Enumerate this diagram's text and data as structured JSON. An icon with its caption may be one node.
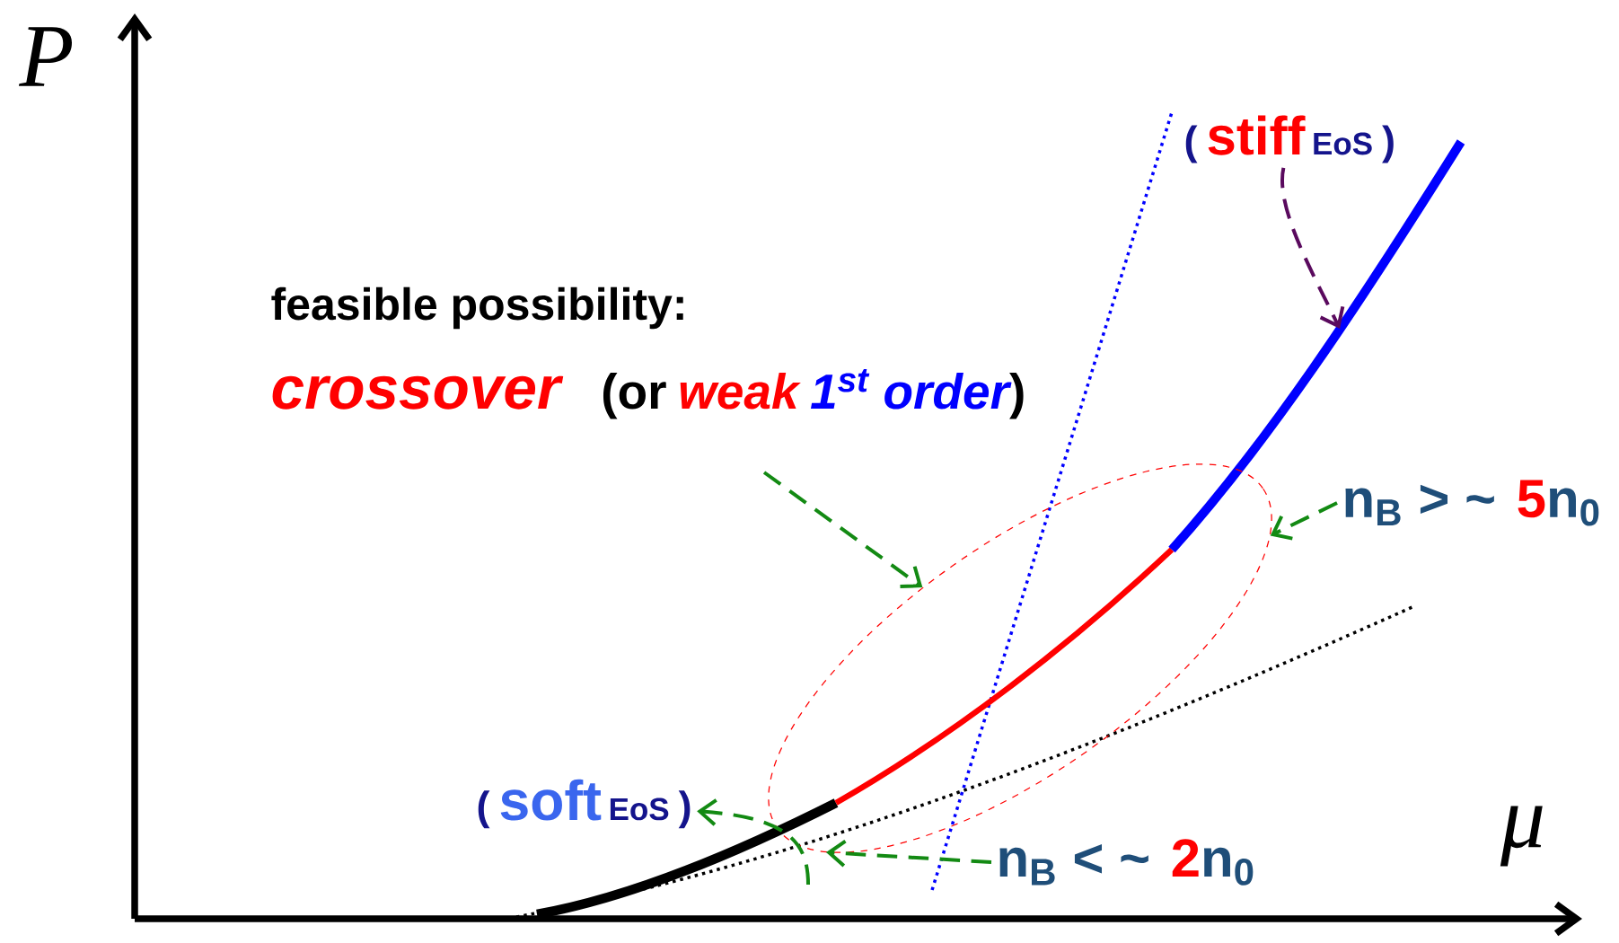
{
  "diagram": {
    "nodes": [
      {
        "text": [
          "(",
          "stiff",
          "EoS",
          ")"
        ]
      },
      {
        "text": [],
        "shape": "ellipse"
      },
      {
        "text": [
          "n$_{B}$ > ~",
          "5",
          "n$_{0}$"
        ]
      },
      {
        "text": [
          "(",
          "soft",
          "EoS",
          ")"
        ]
      },
      {
        "text": [
          "n$_{B}$ < ~",
          "2",
          "n$_{0}$"
        ]
      }
    ],
    "edges": [
      {
        "from": 0,
        "to": null,
        "arrow": "to",
        "style": "dashed",
        "color": "#5a0a5e"
      },
      {
        "from": null,
        "to": 1,
        "arrow": "to",
        "style": "dashed"
      },
      {
        "from": 2,
        "to": 1,
        "arrow": "to",
        "style": "dashed"
      },
      {
        "from": 4,
        "to": 1,
        "arrow": "to",
        "style": "dashed"
      },
      {
        "from": null,
        "to": 3,
        "arrow": "to",
        "style": "dashed"
      }
    ],
    "labels": [
      "P",
      "feasible possibility:",
      "crossover",
      "(or",
      "weak",
      "1$^{st}$ order",
      ")",
      "μ"
    ]
  }
}
